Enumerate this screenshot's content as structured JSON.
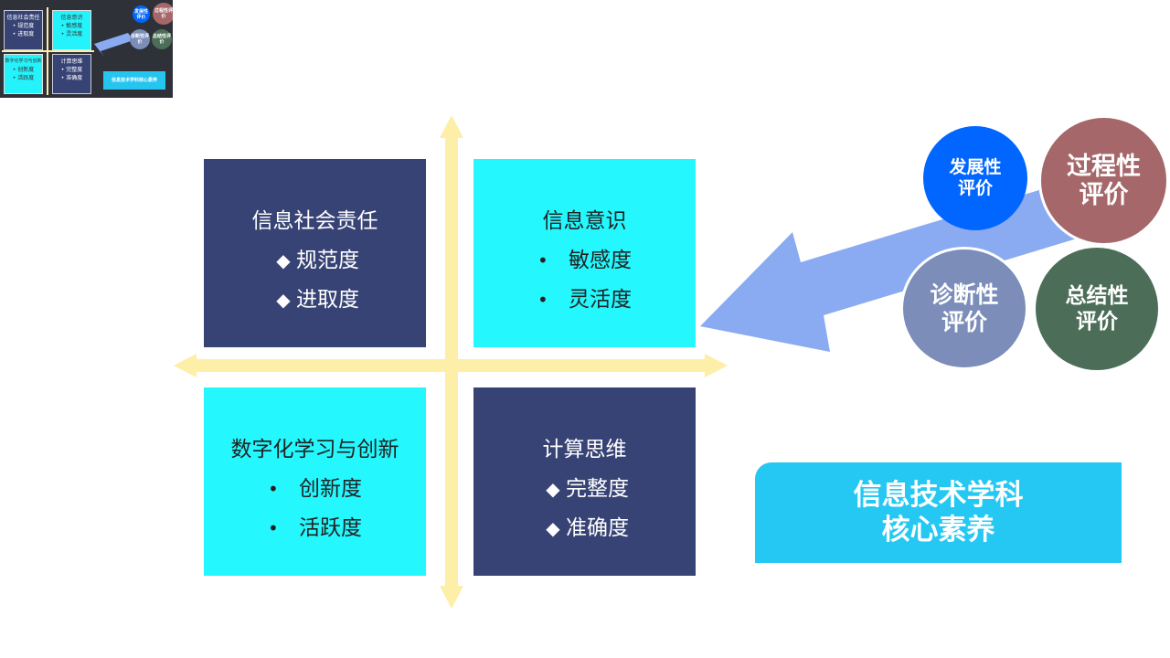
{
  "thumbnail": {
    "quadrants": [
      {
        "title": "信息社会责任",
        "items": [
          "• 规范度",
          "• 进取度"
        ]
      },
      {
        "title": "信息意识",
        "items": [
          "• 敏感度",
          "• 灵活度"
        ]
      },
      {
        "title": "数字化学习与创新",
        "items": [
          "• 创新度",
          "• 活跃度"
        ]
      },
      {
        "title": "计算思维",
        "items": [
          "• 完整度",
          "• 准确度"
        ]
      }
    ],
    "circles": [
      "发展性评价",
      "过程性评价",
      "诊断性评价",
      "总结性评价"
    ],
    "core": "信息技术学科核心素养"
  },
  "quadrants": [
    {
      "title": "信息社会责任",
      "bullet": "◆",
      "items": [
        "规范度",
        "进取度"
      ]
    },
    {
      "title": "信息意识",
      "bullet": "•",
      "items": [
        "敏感度",
        "灵活度"
      ]
    },
    {
      "title": "数字化学习与创新",
      "bullet": "•",
      "items": [
        "创新度",
        "活跃度"
      ]
    },
    {
      "title": "计算思维",
      "bullet": "◆",
      "items": [
        "完整度",
        "准确度"
      ]
    }
  ],
  "circles": [
    {
      "line1": "发展性",
      "line2": "评价",
      "color": "#0066ff"
    },
    {
      "line1": "过程性",
      "line2": "评价",
      "color": "#a5676a"
    },
    {
      "line1": "诊断性",
      "line2": "评价",
      "color": "#7b8db8"
    },
    {
      "line1": "总结性",
      "line2": "评价",
      "color": "#4c6e58"
    }
  ],
  "core": {
    "line1": "信息技术学科",
    "line2": "核心素养"
  },
  "colors": {
    "axis": "#fdeea8",
    "dark_box": "#374375",
    "light_box": "#24f7fd",
    "arrow": "#8aabf2",
    "core_box": "#25c8f2"
  }
}
